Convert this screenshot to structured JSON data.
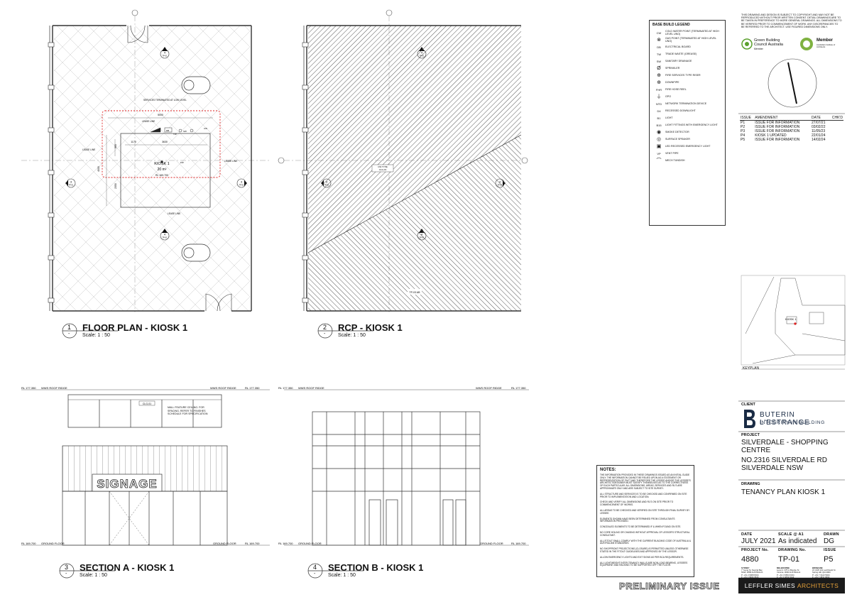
{
  "drawings": {
    "floor_plan": {
      "num": "1",
      "sub": "-",
      "title": "FLOOR PLAN - KIOSK 1",
      "scale": "Scale:  1 : 50",
      "kiosk_label": "KIOSK 1",
      "kiosk_area": "20 m²",
      "kiosk_rl": "RL 169.700",
      "services_note": "SERVICES TERMINATED AT LOW LEVEL",
      "lease_line": "LEASE LINE",
      "dims": [
        "5000",
        "3630",
        "1170",
        "4000",
        "2350",
        "660"
      ],
      "tags": [
        "TP-01",
        "CW",
        "SW",
        "TW",
        "FW",
        "DB"
      ]
    },
    "rcp": {
      "num": "2",
      "sub": "-",
      "title": "RCP - KIOSK 1",
      "scale": "Scale:  1 : 50",
      "tag_a": "CW TYPE",
      "tag_b": "CLG-01",
      "detail_tag": "TP-03 AB"
    },
    "section_a": {
      "num": "3",
      "sub": "-",
      "title": "SECTION A - KIOSK 1",
      "scale": "Scale:  1 : 50",
      "roof_rl": "RL 177.350",
      "roof_label": "WWS ROOF RIDGE",
      "floor_rl": "RL 169.700",
      "floor_label": "GROUND FLOOR",
      "signage": "SIGNAGE",
      "ceiling_tag": "CLG-01",
      "ceiling_note": "MALL FEATURE CEILING. FOR SPACING, REFER TO FINISHES SCHEDULE FOR SPECIFICATION"
    },
    "section_b": {
      "num": "4",
      "sub": "-",
      "title": "SECTION B - KIOSK 1",
      "scale": "Scale:  1 : 50",
      "roof_rl": "RL 177.350",
      "roof_label": "WWS ROOF RIDGE",
      "floor_rl": "RL 169.700",
      "floor_label": "GROUND FLOOR"
    }
  },
  "legend": {
    "title": "BASE BUILD LEGEND",
    "items": [
      {
        "sym": "CW",
        "text": "COLD WATER POINT (TERMINATED AT HIGH LEVEL UNO)"
      },
      {
        "sym": "⊗",
        "text": "GAS POINT (TERMINATED AT HIGH LEVEL UNO)"
      },
      {
        "sym": "DB",
        "text": "ELECTRICAL BOARD"
      },
      {
        "sym": "TW",
        "text": "TRADE WASTE (GREASE)"
      },
      {
        "sym": "SW",
        "text": "SANITARY DRAINAGE"
      },
      {
        "sym": "Ø",
        "text": "SPRINKLER"
      },
      {
        "sym": "⊕",
        "text": "FIRE SERVICES TYPE RISER"
      },
      {
        "sym": "⊕",
        "text": "DOWNPIPE"
      },
      {
        "sym": "FHR",
        "text": "FIRE HOSE REEL"
      },
      {
        "sym": "⏚",
        "text": "GPO"
      },
      {
        "sym": "NTD",
        "text": "NETWORK TERMINATION DEVICE"
      },
      {
        "sym": "D4",
        "text": "RECESSED DOWNLIGHT"
      },
      {
        "sym": "B1",
        "text": "LIGHT"
      },
      {
        "sym": "B15",
        "text": "LIGHT FITTINGS WITH EMERGENCY LIGHT"
      },
      {
        "sym": "◉",
        "text": "SMOKE DETECTOR"
      },
      {
        "sym": "◎",
        "text": "SURFACE SPEAKER"
      },
      {
        "sym": "▣",
        "text": "LED RECESSED EMERGENCY LIGHT"
      },
      {
        "sym": "VP",
        "text": "VENT PIPE"
      },
      {
        "sym": "⌒",
        "text": "MECH TUNDISH"
      }
    ]
  },
  "copyright": "THIS DRAWING AND DESIGN IS SUBJECT TO COPYRIGHT AND MAY NOT BE REPRODUCED WITHOUT PRIOR WRITTEN CONSENT. DETAIL DRAWINGS ARE TO BE TAKEN IN PREFERENCE TO MORE GENERAL DRAWINGS. ALL DIMENSIONS TO BE VERIFIED PRIOR TO COMMENCEMENT OF WORK. ANY DISCREPANCIES TO BE REFERRED TO THE ARCHITECT. USE FIGURED DIMENSIONS ONLY.",
  "logos": {
    "gbca_line1": "Green Building",
    "gbca_line2": "Council Australia",
    "gbca_line3": "Member",
    "aia_line1": "Member",
    "aia_line2": "Australian Institute of Architects"
  },
  "revisions": {
    "headers": [
      "ISSUE",
      "AMENDMENT",
      "DATE",
      "CHK'D"
    ],
    "rows": [
      [
        "P1",
        "ISSUE FOR INFORMATION",
        "27/07/21",
        ""
      ],
      [
        "P2",
        "ISSUE FOR INFORMATION",
        "03/02/22",
        ""
      ],
      [
        "P3",
        "ISSUE FOR INFORMATION",
        "11/05/23",
        ""
      ],
      [
        "P4",
        "KIOSK 1 UPDATED",
        "22/01/24",
        ""
      ],
      [
        "P5",
        "ISSUE FOR INFORMATION",
        "14/02/24",
        ""
      ]
    ]
  },
  "keyplan": {
    "label": "KEYPLAN",
    "kiosk_label": "KIOSK 1"
  },
  "client": {
    "label": "CLIENT",
    "name": "BUTERIN L'ESTRANGE",
    "tagline": "INTEGRITY IN BUILDING"
  },
  "project": {
    "label": "PROJECT",
    "line1": "SILVERDALE - SHOPPING",
    "line2": "CENTRE",
    "line3": "NO.2316 SILVERDALE RD",
    "line4": "SILVERDALE NSW"
  },
  "drawing": {
    "label": "DRAWING",
    "name": "TENANCY PLAN KIOSK 1"
  },
  "meta": {
    "date_label": "DATE",
    "date": "JULY 2021",
    "scale_label": "SCALE @ A1",
    "scale": "As indicated",
    "drawn_label": "DRAWN",
    "drawn": "DG",
    "project_no_label": "PROJECT No.",
    "project_no": "4880",
    "drawing_no_label": "DRAWING No.",
    "drawing_no": "TP-01",
    "issue_label": "ISSUE",
    "issue": "P5"
  },
  "offices": [
    {
      "city": "SYDNEY",
      "lines": [
        "7 Young St, Neutral Bay",
        "NSW, 2089 AUSTRALIA",
        "P: +61 2 9908 8344",
        "F: +61 2 9909 3529",
        "E: syd@lefflersimes.com.au"
      ]
    },
    {
      "city": "MELBOURNE",
      "lines": [
        "Level 2, 375 Lt Bourke St",
        "Victoria, 3000 AUSTRALIA",
        "P: +61 3 9654 6344",
        "F: +61 3 9654 6344",
        "E: vic@lefflersimes.com.au"
      ]
    },
    {
      "city": "BRISBANE",
      "lines": [
        "L5 U3/8 131 Leichhardt St",
        "Spring Hill, Qld 4000",
        "P: +61 7 3122 5944",
        "F: +61 7 3831 9690",
        "E: qld@lefflersimes.com.au"
      ]
    }
  ],
  "acn": "ACN   001 043 862",
  "abn": "ABN   35 001 043 862",
  "notes": {
    "title": "NOTES:",
    "items": [
      "THE INFORMATION PROVIDED IN THESE DRAWINGS ISSUED AS AN INITIAL GUIDE ONLY. THE INFORMATION CANNOT BE RELIED UPON AS A STATEMENT OR REPRESENTATION OF FACT AND THEREFORE THE LESSEE AND/OR THE LESSEE'S ARCHITECT/DESIGNER MUST SATISFY THEMSELVES AS TO THE CORRECTNESS OF EACH PARTICULAR. ALL DIMENSIONS, AREAS, SERVICES AND RL'S ARE APPROXIMATE ONLY AND ARE SUBJECT TO SITE SURVEY.",
      "ALL STRUCTURE AND SERVICES IS TO BE CHECKED AND CONFIRMED ON SITE PRIOR TO IMPLEMENTATION AND LOCATION.",
      "CHECK AND VERIFY ALL DIMENSIONS AND RL'S ON SITE PRIOR TO COMMENCEMENT OF WORKS.",
      "ALL AREAS TO BE CHECKED AND VERIFIED ON SITE THROUGH FINAL SURVEY BY LESSEE.",
      "ELEMENTS SHOWN HAVE BEEN DETERMINED FROM CONSULTANTS INFORMATION PROVIDED.",
      "CONCEALED ELEMENTS TO BE DETERMINED IF & WHEN FOUND ON SITE.",
      "NO CORE HOLING OR CHASING WITHOUT APPROVAL OF LESSOR'S STRUCTURAL CONSULTANT.",
      "ALL FITOUT SHALL COMPLY WITH THE CURRENT BUILDING CODE OF AUSTRALIA & AUSTRALIAN STANDARDS.",
      "NO SHOPFRONT PROJECTIONS (CLOSURE) IS PERMITTED UNLESS OTHERWISE STATED IN THE FITOUT GUIDELINES AND APPROVED BY THE LESSOR.",
      "ALLOW EMERGENCY LIGHTS AND EXIT SIGNS AS PER BCA REQUIREMENTS.",
      "ALL LIGHTWEIGHT INTER-TENANCY WALLS ARE NON-LOAD BEARING, LESSEES EQUIPMENT AND RACKING TO BE SUPPORTED OFF THE FLOOR."
    ]
  },
  "footer": {
    "preliminary": "PRELIMINARY ISSUE",
    "firm_a": "LEFFLER SIMES",
    "firm_b": "ARCHITECTS"
  }
}
